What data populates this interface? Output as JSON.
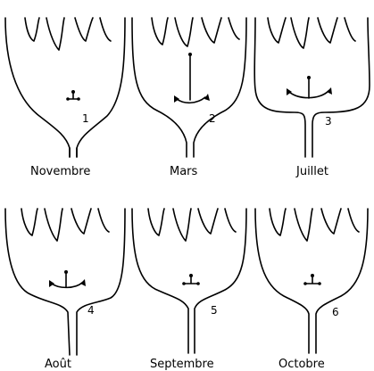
{
  "panels": [
    {
      "month": "Novembre",
      "number": "1"
    },
    {
      "month": "Mars",
      "number": "2"
    },
    {
      "month": "Juillet",
      "number": "3"
    },
    {
      "month": "Août",
      "number": "4"
    },
    {
      "month": "Septembre",
      "number": "5"
    },
    {
      "month": "Octobre",
      "number": "6"
    }
  ]
}
